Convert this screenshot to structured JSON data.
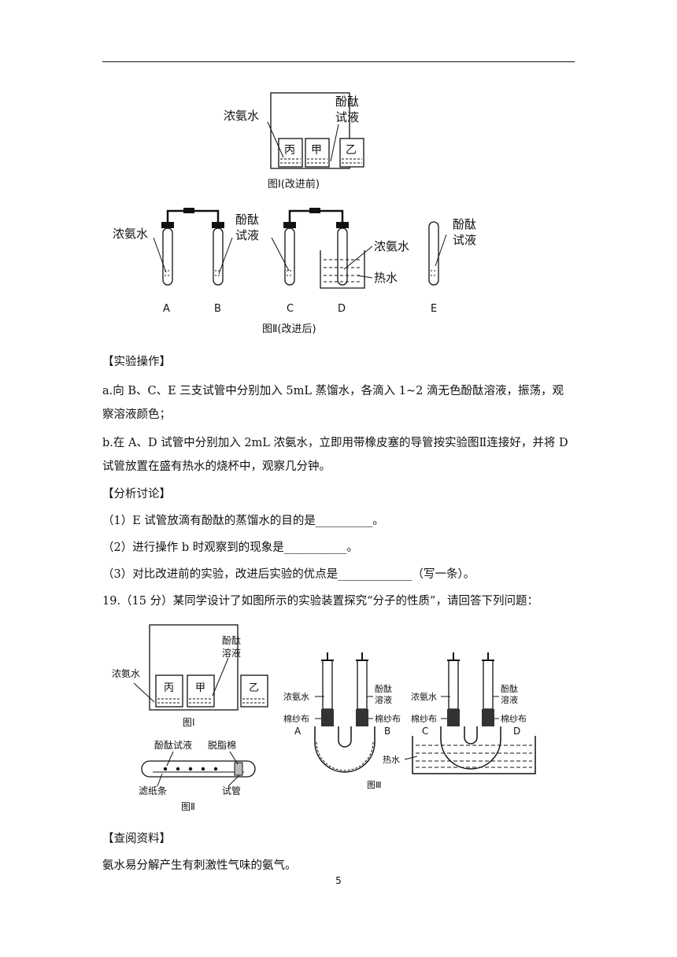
{
  "fig1": {
    "label_ammonia": "浓氨水",
    "label_phenol_line1": "酚酞",
    "label_phenol_line2": "试液",
    "beaker_bing": "丙",
    "beaker_jia": "甲",
    "beaker_yi": "乙",
    "caption": "图Ⅰ(改进前)"
  },
  "fig2": {
    "label_ammonia_left": "浓氨水",
    "label_phenol_line1": "酚酞",
    "label_phenol_line2": "试液",
    "label_ammonia_right": "浓氨水",
    "label_hot_water": "热水",
    "label_phenol_e_line1": "酚酞",
    "label_phenol_e_line2": "试液",
    "tube_a": "A",
    "tube_b": "B",
    "tube_c": "C",
    "tube_d": "D",
    "tube_e": "E",
    "caption": "图Ⅱ(改进后)"
  },
  "text": {
    "heading_operation": "【实验操作】",
    "step_a": "a.向 B、C、E 三支试管中分别加入 5mL 蒸馏水，各滴入 1~2 滴无色酚酞溶液，振荡，观察溶液颜色；",
    "step_b": "b.在 A、D 试管中分别加入 2mL 浓氨水，立即用带橡皮塞的导管按实验图Ⅱ连接好，并将 D 试管放置在盛有热水的烧杯中，观察几分钟。",
    "heading_analysis": "【分析讨论】",
    "q1": "（1）E 试管放滴有酚酞的蒸馏水的目的是__________。",
    "q2": "（2）进行操作 b 时观察到的现象是___________。",
    "q3": "（3）对比改进前的实验，改进后实验的优点是_____________（写一条）。",
    "q19": "19.（15 分）某同学设计了如图所示的实验装置探究“分子的性质”，请回答下列问题：",
    "heading_reference": "【查阅资料】",
    "reference_text": "氨水易分解产生有刺激性气味的氨气。"
  },
  "fig3": {
    "label_ammonia": "浓氨水",
    "label_phenol_line1": "酚酞",
    "label_phenol_line2": "溶液",
    "beaker_bing": "丙",
    "beaker_jia": "甲",
    "beaker_yi": "乙",
    "caption": "图Ⅰ"
  },
  "fig4": {
    "label_phenol": "酚酞试液",
    "label_cotton": "脱脂棉",
    "label_filter": "滤纸条",
    "label_tube": "试管",
    "caption": "图Ⅱ"
  },
  "fig5": {
    "label_ammonia_left": "浓氨水",
    "label_phenol_left_line1": "酚酞",
    "label_phenol_left_line2": "溶液",
    "label_gauze_a": "棉纱布",
    "label_gauze_b": "棉纱布",
    "label_ammonia_right": "浓氨水",
    "label_phenol_right_line1": "酚酞",
    "label_phenol_right_line2": "溶液",
    "label_gauze_c": "棉纱布",
    "label_gauze_d": "棉纱布",
    "label_hot_water": "热水",
    "mark_a": "A",
    "mark_b": "B",
    "mark_c": "C",
    "mark_d": "D",
    "caption": "图Ⅲ"
  },
  "page_number": "5"
}
